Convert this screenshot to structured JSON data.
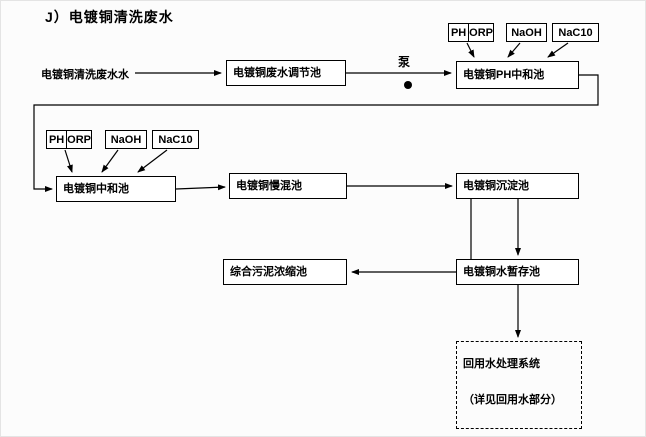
{
  "title": "J）电镀铜清洗废水",
  "labels": {
    "source": "电镀铜清洗废水水",
    "pump": "泵"
  },
  "tanks": {
    "adjust": "电镀铜废水调节池",
    "ph_neutralize": "电镀铜PH中和池",
    "neutralize": "电镀铜中和池",
    "slow_mix": "电镀铜慢混池",
    "sedimentation": "电镀铜沉淀池",
    "sludge_thickener": "综合污泥浓缩池",
    "water_storage": "电镀铜水暂存池"
  },
  "reuse_box": {
    "line1": "回用水处理系统",
    "line2": "（详见回用水部分）"
  },
  "dosing_top": {
    "ph": "PH",
    "orp": "ORP",
    "naoh": "NaOH",
    "naclo": "NaC10"
  },
  "dosing_left": {
    "ph": "PH",
    "orp": "ORP",
    "naoh": "NaOH",
    "naclo": "NaC10"
  },
  "colors": {
    "line": "#000000",
    "box_border": "#000000",
    "background": "#fcfcfc",
    "text": "#000000"
  }
}
